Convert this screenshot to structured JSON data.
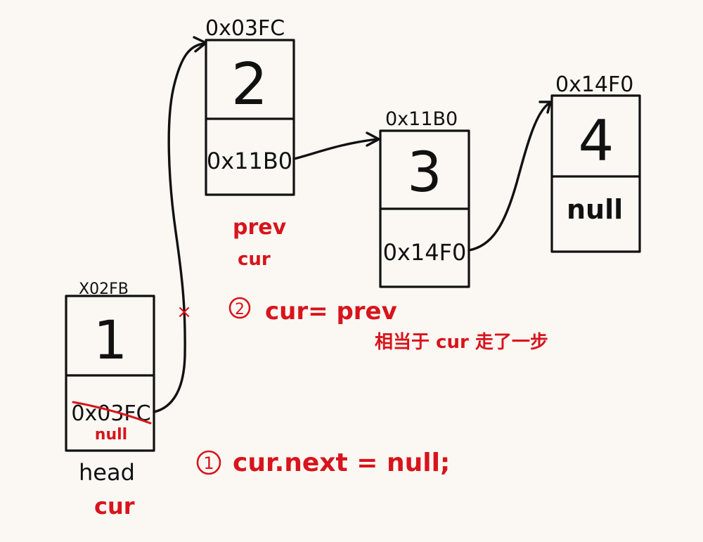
{
  "nodes": [
    {
      "address": "X02FB",
      "value": "1",
      "next_old": "0x03FC",
      "next_new": "null"
    },
    {
      "address": "0x03FC",
      "value": "2",
      "next": "0x11B0"
    },
    {
      "address": "0x11B0",
      "value": "3",
      "next": "0x14F0"
    },
    {
      "address": "0x14F0",
      "value": "4",
      "next": "null"
    }
  ],
  "labels": {
    "head": "head",
    "cur_bottom": "cur",
    "prev": "prev",
    "cur_top": "cur",
    "cut_mark": "×"
  },
  "steps": [
    {
      "number": "1",
      "code": "cur.next = null;"
    },
    {
      "number": "2",
      "code": "cur= prev",
      "note": "相当于 cur 走了一步"
    }
  ],
  "colors": {
    "ink": "#111111",
    "annotation": "#d8141c",
    "background": "#fbf8f3"
  }
}
